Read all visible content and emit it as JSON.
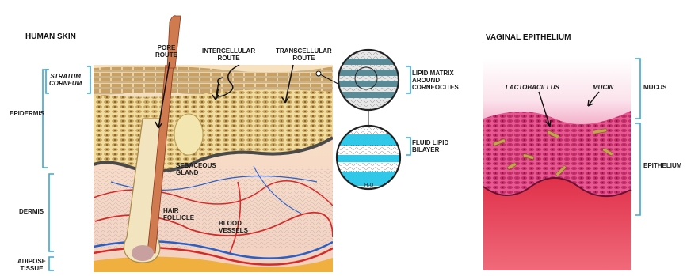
{
  "titles": {
    "skin": "HUMAN SKIN",
    "vaginal": "VAGINAL EPITHELIUM"
  },
  "skin_side_labels": {
    "stratum_corneum": "STRATUM\nCORNEUM",
    "epidermis": "EPIDERMIS",
    "dermis": "DERMIS",
    "adipose": "ADIPOSE\nTISSUE"
  },
  "skin_callouts": {
    "pore_route": "PORE\nROUTE",
    "intercellular_route": "INTERCELLULAR\nROUTE",
    "transcellular_route": "TRANSCELLULAR\nROUTE",
    "sebaceous_gland": "SEBACEOUS\nGLAND",
    "hair_follicle": "HAIR\nFOLLICLE",
    "blood_vessels": "BLOOD\nVESSELS"
  },
  "zoom_labels": {
    "lipid_matrix": "LIPID MATRIX\nAROUND\nCORNEOCITES",
    "fluid_lipid": "FLUID LIPID\nBILAYER",
    "water": "H₂O"
  },
  "vaginal_labels": {
    "lactobacillus": "LACTOBACILLUS",
    "mucin": "MUCIN",
    "mucus": "MUCUS",
    "epithelium": "EPITHELIUM"
  },
  "colors": {
    "bracket": "#3aa6d6",
    "cyan_layer": "#2fc8e8",
    "skin_tan": "#e8c79a",
    "vessel_red": "#d42a2a",
    "vessel_blue": "#2a5fc8",
    "vaginal_pink": "#e8508a",
    "vaginal_red": "#d81830"
  }
}
